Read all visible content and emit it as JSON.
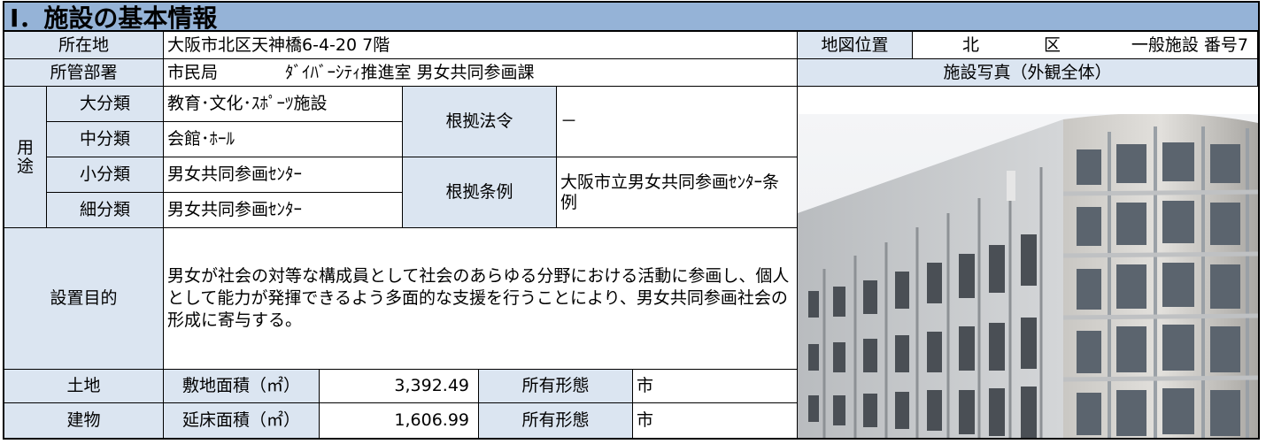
{
  "title": "Ⅰ．施設の基本情報",
  "location": {
    "label": "所在地",
    "value": "大阪市北区天神橋6-4-20 7階"
  },
  "map": {
    "label": "地図位置",
    "ward": "北",
    "ward_suffix": "区",
    "facility_class": "一般施設 番号7"
  },
  "department": {
    "label": "所管部署",
    "value": "市民局　　　　ﾀﾞｲﾊﾞｰｼﾃｨ推進室 男女共同参画課"
  },
  "photo": {
    "label": "施設写真（外観全体）"
  },
  "usage": {
    "label_chars": [
      "用",
      "途"
    ],
    "major_label": "大分類",
    "major_value": "教育･文化･ｽﾎﾟｰﾂ施設",
    "middle_label": "中分類",
    "middle_value": "会館･ﾎｰﾙ",
    "minor_label": "小分類",
    "minor_value": "男女共同参画ｾﾝﾀｰ",
    "detail_label": "細分類",
    "detail_value": "男女共同参画ｾﾝﾀｰ"
  },
  "law": {
    "label": "根拠法令",
    "value": "－"
  },
  "ordinance": {
    "label": "根拠条例",
    "value": "大阪市立男女共同参画ｾﾝﾀｰ条例"
  },
  "purpose": {
    "label": "設置目的",
    "value": "男女が社会の対等な構成員として社会のあらゆる分野における活動に参画し、個人として能力が発揮できるよう多面的な支援を行うことにより、男女共同参画社会の形成に寄与する。"
  },
  "land": {
    "label": "土地",
    "area_label": "敷地面積（㎡）",
    "area_value": "3,392.49",
    "ownership_label": "所有形態",
    "ownership_value": "市"
  },
  "building": {
    "label": "建物",
    "area_label": "延床面積（㎡）",
    "area_value": "1,606.99",
    "ownership_label": "所有形態",
    "ownership_value": "市"
  }
}
